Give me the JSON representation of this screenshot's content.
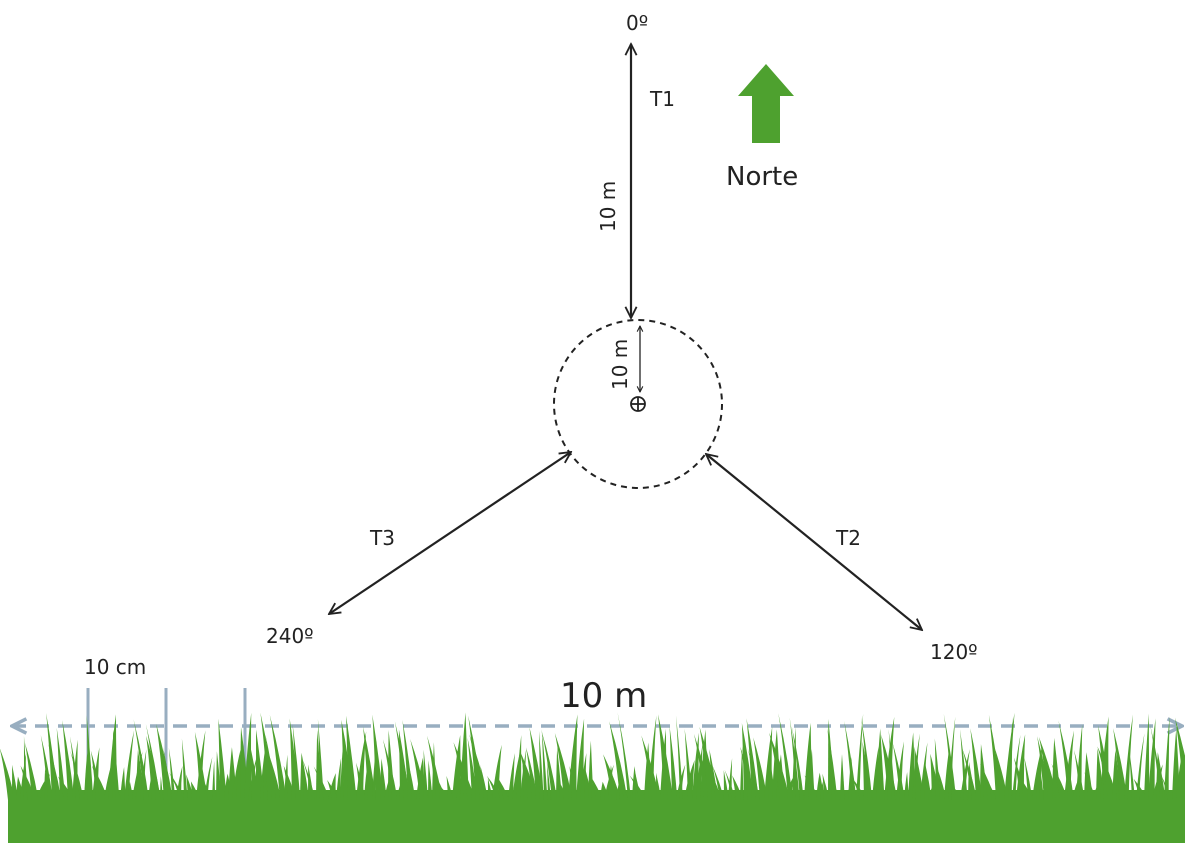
{
  "directions": {
    "t1_label": "T1",
    "t1_angle": "0º",
    "t2_label": "T2",
    "t2_angle": "120º",
    "t3_label": "T3",
    "t3_angle": "240º",
    "transect_length": "10 m",
    "plot_radius": "10 m"
  },
  "north": {
    "label": "Norte",
    "icon": "north-arrow-icon"
  },
  "scale": {
    "length_label": "10 m",
    "interval_label": "10 cm"
  },
  "colors": {
    "grass": "#4ea12f",
    "scale_line": "#98aec0",
    "ink": "#222222"
  }
}
